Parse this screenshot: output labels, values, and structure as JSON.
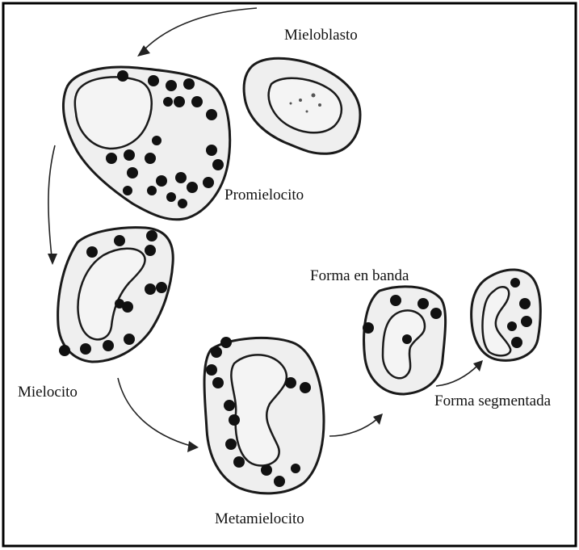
{
  "diagram": {
    "stages": [
      {
        "id": "mieloblasto",
        "label": "Mieloblasto"
      },
      {
        "id": "promielocito",
        "label": "Promielocito"
      },
      {
        "id": "mielocito",
        "label": "Mielocito"
      },
      {
        "id": "metamielocito",
        "label": "Metamielocito"
      },
      {
        "id": "forma-en-banda",
        "label": "Forma en banda"
      },
      {
        "id": "forma-segmentada",
        "label": "Forma segmentada"
      }
    ]
  }
}
